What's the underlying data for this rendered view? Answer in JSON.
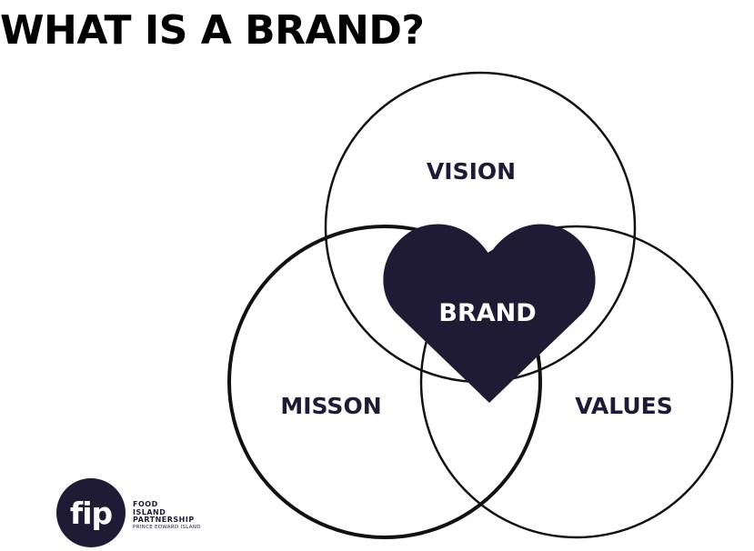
{
  "title": "WHAT IS A BRAND?",
  "diagram": {
    "top_circle": "VISION",
    "left_circle": "MISSON",
    "right_circle": "VALUES",
    "center": "BRAND"
  },
  "logo": {
    "mark": "fip",
    "line1": "FOOD",
    "line2": "ISLAND",
    "line3": "PARTNERSHIP",
    "line4": "PRINCE EDWARD ISLAND"
  },
  "colors": {
    "ink": "#1f1b35",
    "outline": "#111111",
    "background": "#ffffff"
  }
}
